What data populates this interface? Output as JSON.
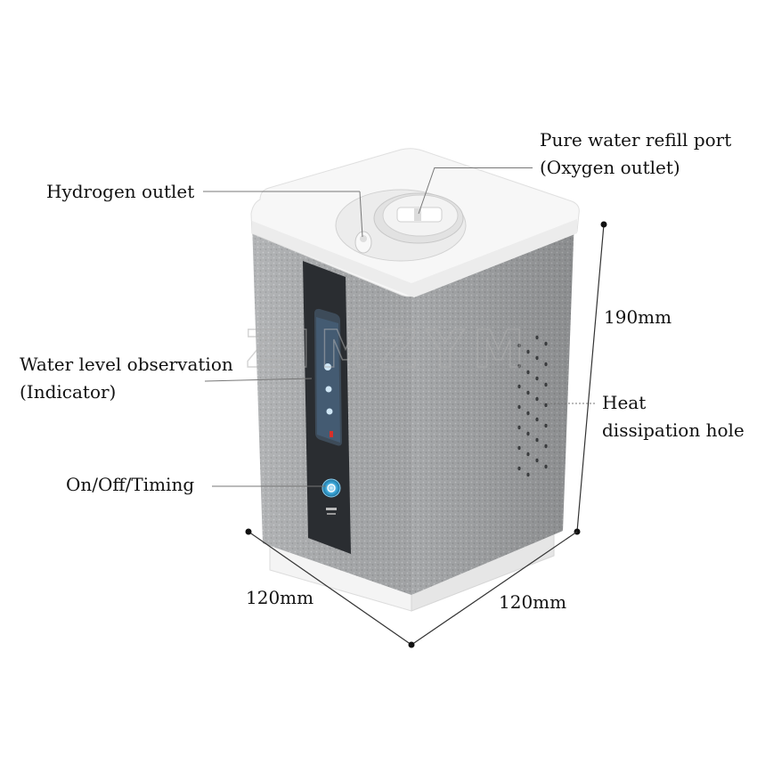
{
  "watermark": "ZIMZYM",
  "labels": {
    "refill_line1": "Pure water refill port",
    "refill_line2": "(Oxygen outlet)",
    "hydrogen": "Hydrogen outlet",
    "water_level_line1": "Water level observation",
    "water_level_line2": "(Indicator)",
    "onoff": "On/Off/Timing",
    "heat_line1": "Heat",
    "heat_line2": "dissipation hole"
  },
  "dimensions": {
    "height": "190mm",
    "width_left": "120mm",
    "width_right": "120mm"
  },
  "colors": {
    "fabric": "#a7a9ab",
    "panel": "#2a2d31",
    "housing": "#f2f2f2",
    "accent_button": "#3aa6d8",
    "indicator_red": "#d8302a"
  }
}
